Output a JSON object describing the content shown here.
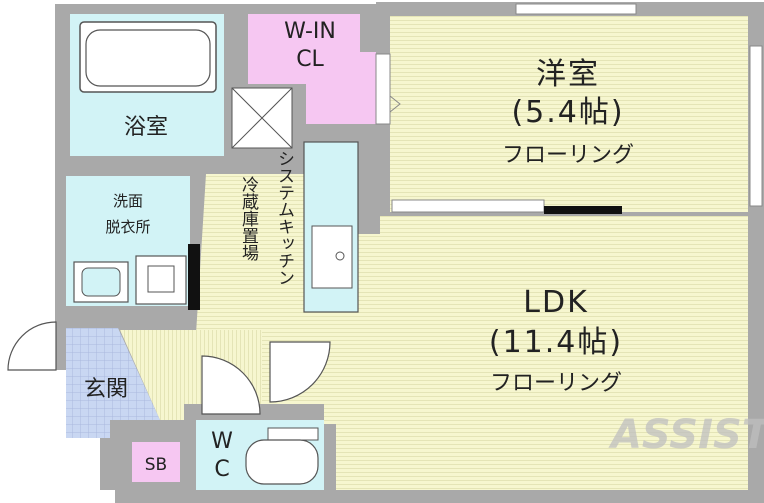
{
  "rooms": {
    "western": {
      "name": "洋室",
      "size": "(5.4帖)",
      "floor": "フローリング"
    },
    "ldk": {
      "name": "LDK",
      "size": "(11.4帖)",
      "floor": "フローリング"
    },
    "walk_in_closet": {
      "line1": "W-IN",
      "line2": "CL"
    },
    "bathroom": {
      "name": "浴室"
    },
    "washroom": {
      "line1": "洗面",
      "line2": "脱衣所"
    },
    "entrance": {
      "name": "玄関"
    },
    "shoe_box": {
      "name": "SB"
    },
    "toilet": {
      "line1": "W",
      "line2": "C"
    },
    "kitchen": {
      "name": "システムキッチン"
    },
    "fridge_space": {
      "name": "冷蔵庫置場"
    }
  },
  "watermark": {
    "text": "ASSIST"
  },
  "colors": {
    "wall": "#a9a9a9",
    "floor_wood": "#f6f6cf",
    "wet_area": "#d2f3f6",
    "closet": "#f6c7f2",
    "entrance": "#c9d7f2",
    "window": "#ffffff"
  }
}
